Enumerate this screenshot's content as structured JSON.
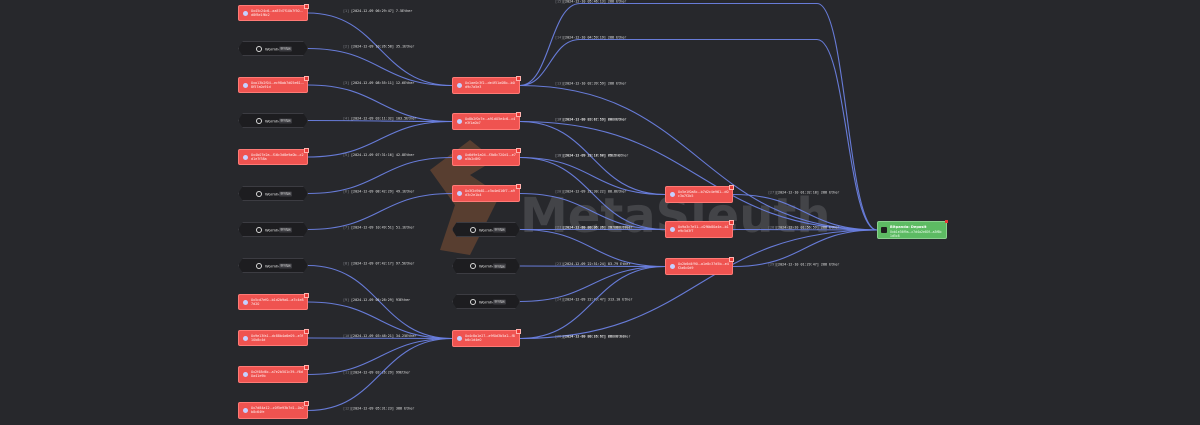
{
  "watermark": {
    "text": "MetaSleuth"
  },
  "colors": {
    "background": "#27282c",
    "address_node": "#ef5350",
    "bridge_node": "#1d1d20",
    "destination_node": "#5dbb63",
    "edge": "#6a7fe0"
  },
  "icons": {
    "address": "ethereum-icon",
    "bridge": "wormhole-icon",
    "destination": "exchange-icon"
  },
  "nodes": [
    {
      "id": "s1",
      "type": "address",
      "text": "0x45c24c6...aa87d7f10b7f50...d8f8e1f6c2"
    },
    {
      "id": "s2",
      "type": "bridge",
      "name": "Wormhole",
      "tag": "Bridge"
    },
    {
      "id": "s3",
      "type": "address",
      "text": "0xa13b2f04...ec98ab7d05e61...8f57a0c91d"
    },
    {
      "id": "s4",
      "type": "bridge",
      "name": "Wormhole",
      "tag": "Bridge"
    },
    {
      "id": "s5",
      "type": "address",
      "text": "0x4b07e2a...f16c3d8e9a0b...c2d1e7f38a"
    },
    {
      "id": "s6",
      "type": "bridge",
      "name": "Wormhole",
      "tag": "Bridge"
    },
    {
      "id": "s7",
      "type": "bridge",
      "name": "Wormhole",
      "tag": "Bridge"
    },
    {
      "id": "s8",
      "type": "bridge",
      "name": "Wormhole",
      "tag": "Bridge"
    },
    {
      "id": "s9",
      "type": "address",
      "text": "0x5cd7ef0...b1d2b9a0...a7c4e87d20"
    },
    {
      "id": "s10",
      "type": "address",
      "text": "0x9e13fa1...dc88b4a6e09...e3f10b8c4d"
    },
    {
      "id": "s11",
      "type": "address",
      "text": "0x2f48d6c...a7e2b501c39...f6d0a41e9b"
    },
    {
      "id": "s12",
      "type": "address",
      "text": "0x7d84a12...c0f5e93b7d1...0a2b8c64fe"
    },
    {
      "id": "m1",
      "type": "address",
      "text": "0x1ae0c3f2...de4f51a08b...b0d9c7a5e3"
    },
    {
      "id": "m2",
      "type": "address",
      "text": "0x8b2f0c7e...a91d05e4c6...c4e3f1a0b7"
    },
    {
      "id": "m3",
      "type": "address",
      "text": "0x6d9e1a04...f3b8c720d1...e7a5b2c8f0"
    },
    {
      "id": "m4",
      "type": "address",
      "text": "0x3f2d9b81...c5a4e016f7...a9d3c2e1b4"
    },
    {
      "id": "b1",
      "type": "bridge",
      "name": "Wormhole",
      "tag": "Bridge"
    },
    {
      "id": "b2",
      "type": "bridge",
      "name": "Wormhole",
      "tag": "Bridge"
    },
    {
      "id": "b3",
      "type": "bridge",
      "name": "Wormhole",
      "tag": "Bridge"
    },
    {
      "id": "m5",
      "type": "address",
      "text": "0x4c8a1e27...e9f0d3b5a2...f8b6c1d4e0"
    },
    {
      "id": "r1",
      "type": "address",
      "text": "0x5e1f0a8c...b7d2c4e961...d0c3a7f2b5"
    },
    {
      "id": "r2",
      "type": "address",
      "text": "0x9a3c7e51...d2f6b80a4e...b1e9c5d3f7"
    },
    {
      "id": "r3",
      "type": "address",
      "text": "0x2b6d4f90...a1e8c37d5b...e4f2a6c0d9"
    },
    {
      "id": "dest",
      "type": "destination",
      "name": "Bitpanda: Deposit",
      "text": "0xb1e36f9a...c7d4a2e80f...a3f6b1d5c8"
    }
  ],
  "edges": [
    {
      "from": "s1",
      "to": "m1",
      "id": "[1]",
      "label": "[2024-12-09 06:29:47] 7.5Ether"
    },
    {
      "from": "s2",
      "to": "m1",
      "id": "[2]",
      "label": "[2024-12-09 10:26:58] 35.1Ether"
    },
    {
      "from": "s3",
      "to": "m2",
      "id": "[3]",
      "label": "[2024-12-09 08:55:11] 12.6Ether"
    },
    {
      "from": "s4",
      "to": "m2",
      "id": "[4]",
      "label": "[2024-12-09 03:11:32] 103.5Ether"
    },
    {
      "from": "s5",
      "to": "m2",
      "id": "[5]",
      "label": "[2024-12-09 07:31:16] 42.8Ether"
    },
    {
      "from": "s6",
      "to": "m3",
      "id": "[6]",
      "label": "[2024-12-09 08:42:29] 49.1Ether"
    },
    {
      "from": "s7",
      "to": "m4",
      "id": "[7]",
      "label": "[2024-12-09 10:49:51] 51.1Ether"
    },
    {
      "from": "s8",
      "to": "m5",
      "id": "[8]",
      "label": "[2024-12-09 07:42:17] 97.5Ether"
    },
    {
      "from": "s9",
      "to": "m5",
      "id": "[9]",
      "label": "[2024-12-09 05:28:29] 93Ether"
    },
    {
      "from": "s10",
      "to": "m5",
      "id": "[10]",
      "label": "[2024-12-09 03:48:21] 34.25Ether"
    },
    {
      "from": "s11",
      "to": "m5",
      "id": "[11]",
      "label": "[2024-12-09 03:16:29] 99Ether"
    },
    {
      "from": "s12",
      "to": "m5",
      "id": "[12]",
      "label": "[2024-12-09 05:31:23] 388 Ether"
    },
    {
      "from": "m1",
      "to": "dest",
      "id": "[13]",
      "label": "[2024-12-10 02:39:59] 288 Ether"
    },
    {
      "from": "m1",
      "to": "dest",
      "id": "[14]",
      "label": "[2024-12-10 04:59:19] 288 Ether"
    },
    {
      "from": "m1",
      "to": "dest",
      "id": "[15]",
      "label": "[2024-12-10 05:46:13] 288 Ether"
    },
    {
      "from": "m2",
      "to": "dest",
      "id": "[16]",
      "label": "[2024-12-10 03:01:19] 288 Ether"
    },
    {
      "from": "m2",
      "to": "r1",
      "id": "[17]",
      "label": "[2024-12-09 23:17:59] 80.8Ether"
    },
    {
      "from": "m3",
      "to": "r1",
      "id": "[18]",
      "label": "[2024-12-09 23:17:40] 88Ether"
    },
    {
      "from": "m3",
      "to": "r2",
      "id": "[19]",
      "label": "[2024-12-09 23:18:57] 75.3 Ether"
    },
    {
      "from": "m4",
      "to": "r2",
      "id": "[20]",
      "label": "[2024-12-09 22:30:22] 88.8Ether"
    },
    {
      "from": "b1",
      "to": "r2",
      "id": "[21]",
      "label": "[2024-12-10 00:06:30] 197.88 Ether"
    },
    {
      "from": "b1",
      "to": "r3",
      "id": "[22]",
      "label": "[2024-12-09 23:36:25] 78.88 Ether"
    },
    {
      "from": "b2",
      "to": "r3",
      "id": "[23]",
      "label": "[2024-12-09 22:51:24] 83.79 Ether"
    },
    {
      "from": "b3",
      "to": "r3",
      "id": "[24]",
      "label": "[2024-12-09 22:49:47] 313.10 Ether"
    },
    {
      "from": "m5",
      "to": "r3",
      "id": "[25]",
      "label": "[2024-12-09 23:16:47] 88.88 Ether"
    },
    {
      "from": "m5",
      "to": "dest",
      "id": "[26]",
      "label": "[2024-12-10 00:26:51] 288 Ether"
    },
    {
      "from": "r1",
      "to": "dest",
      "id": "[27]",
      "label": "[2024-12-10 01:32:18] 288 Ether"
    },
    {
      "from": "r2",
      "to": "dest",
      "id": "[28]",
      "label": "[2024-12-10 01:56:59] 288 Ether"
    },
    {
      "from": "r3",
      "to": "dest",
      "id": "[29]",
      "label": "[2024-12-10 01:29:47] 288 Ether"
    }
  ]
}
